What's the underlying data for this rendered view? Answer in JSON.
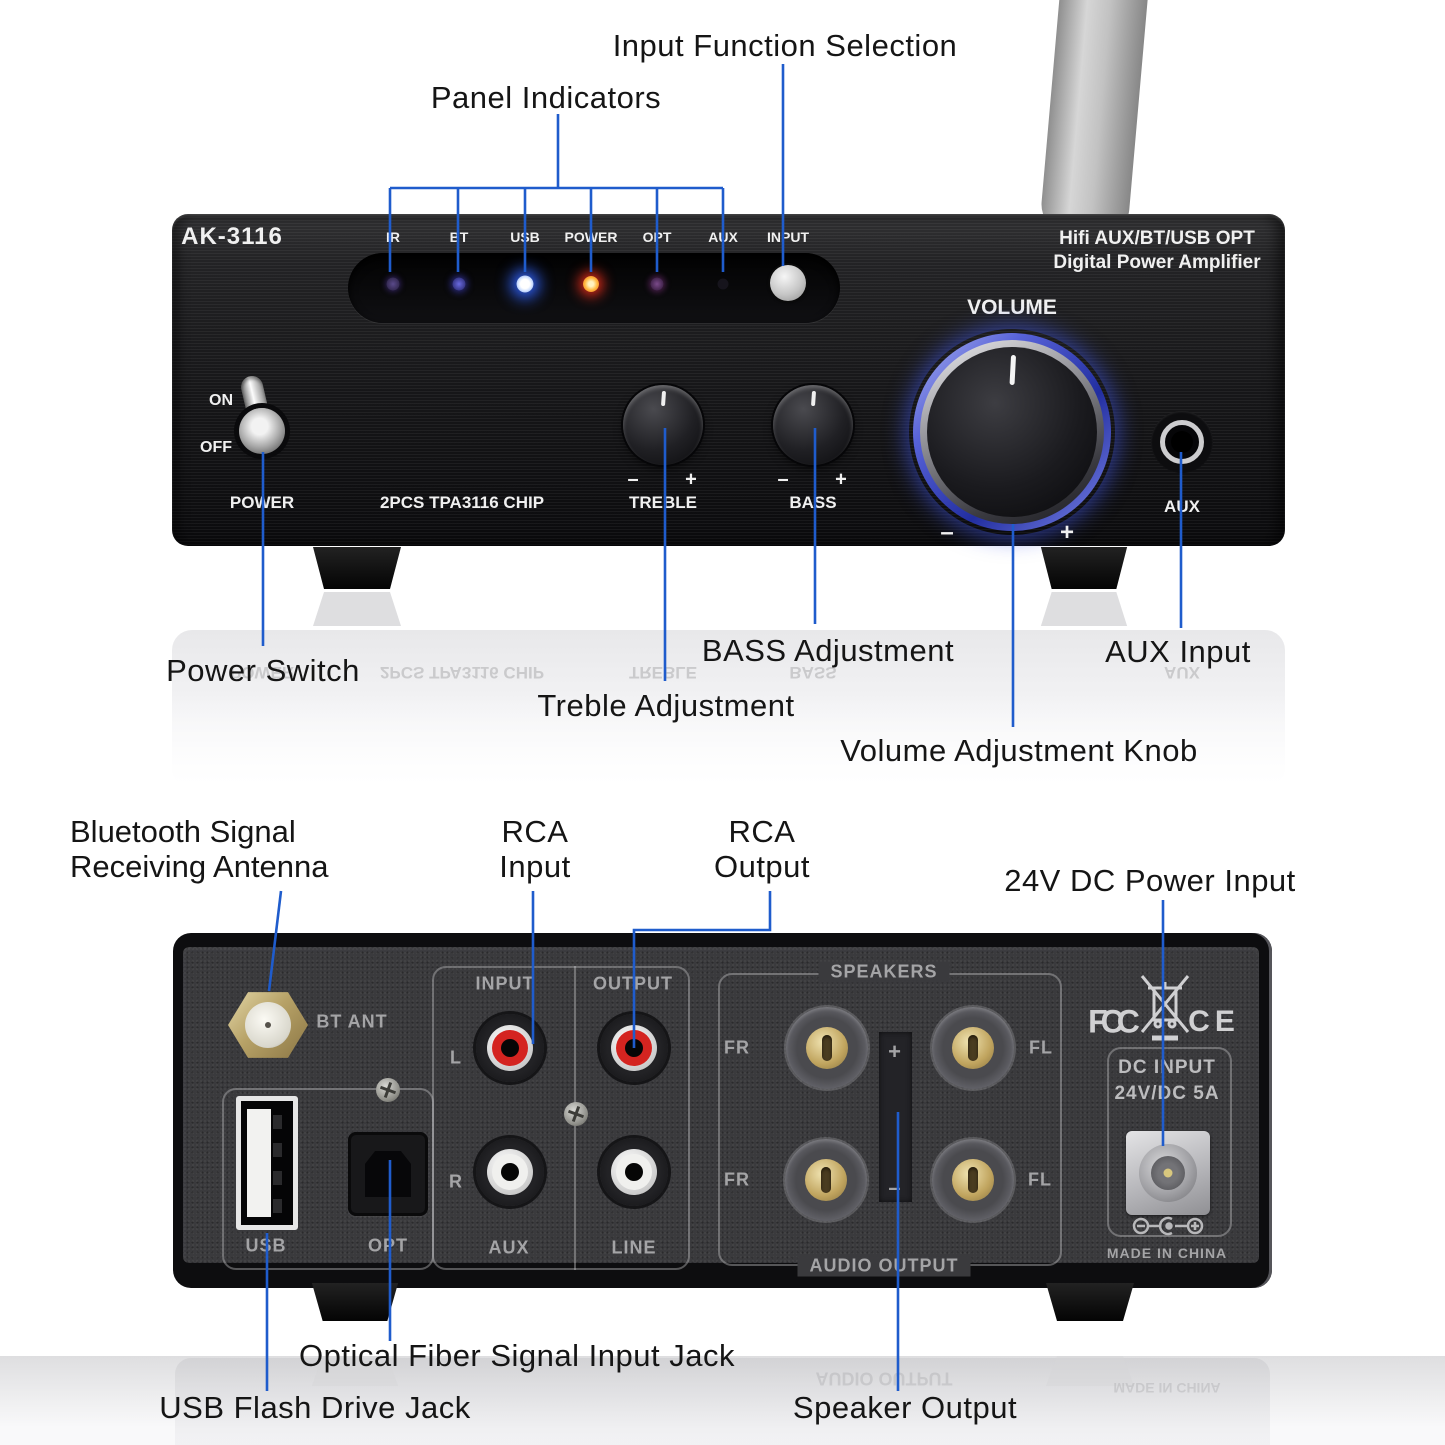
{
  "front": {
    "model": "AK-3116",
    "indicators": [
      "IR",
      "BT",
      "USB",
      "POWER",
      "OPT",
      "AUX"
    ],
    "input_button": "INPUT",
    "tagline1": "Hifi AUX/BT/USB OPT",
    "tagline2": "Digital Power Amplifier",
    "volume": "VOLUME",
    "treble": "TREBLE",
    "bass": "BASS",
    "aux": "AUX",
    "power": "POWER",
    "on": "ON",
    "off": "OFF",
    "chip": "2PCS TPA3116 CHIP",
    "minus": "–",
    "plus": "+"
  },
  "callouts": {
    "input_function": "Input Function Selection",
    "panel_indicators": "Panel Indicators",
    "power_switch": "Power Switch",
    "treble": "Treble Adjustment",
    "bass": "BASS Adjustment",
    "volume": "Volume Adjustment Knob",
    "aux": "AUX Input",
    "bt_line1": "Bluetooth Signal",
    "bt_line2": "Receiving Antenna",
    "rca_in_line1": "RCA",
    "rca_in_line2": "Input",
    "rca_out_line1": "RCA",
    "rca_out_line2": "Output",
    "dc": "24V DC Power Input",
    "optical": "Optical Fiber Signal Input Jack",
    "usb": "USB Flash Drive Jack",
    "speaker": "Speaker Output"
  },
  "rear": {
    "bt_ant": "BT ANT",
    "input": "INPUT",
    "output": "OUTPUT",
    "l": "L",
    "r": "R",
    "aux": "AUX",
    "line": "LINE",
    "usb": "USB",
    "opt": "OPT",
    "speakers": "SPEAKERS",
    "audio_output": "AUDIO OUTPUT",
    "fr": "FR",
    "fl": "FL",
    "plus": "+",
    "minus": "–",
    "fcc": "FCC",
    "ce": "CE",
    "dc1": "DC INPUT",
    "dc2": "24V/DC 5A",
    "made": "MADE IN CHINA"
  },
  "colors": {
    "callout_line": "#1f5ccc",
    "led_blue": "#2d6bff",
    "led_red": "#ff4a22",
    "volume_ring": "#3e54e2"
  }
}
